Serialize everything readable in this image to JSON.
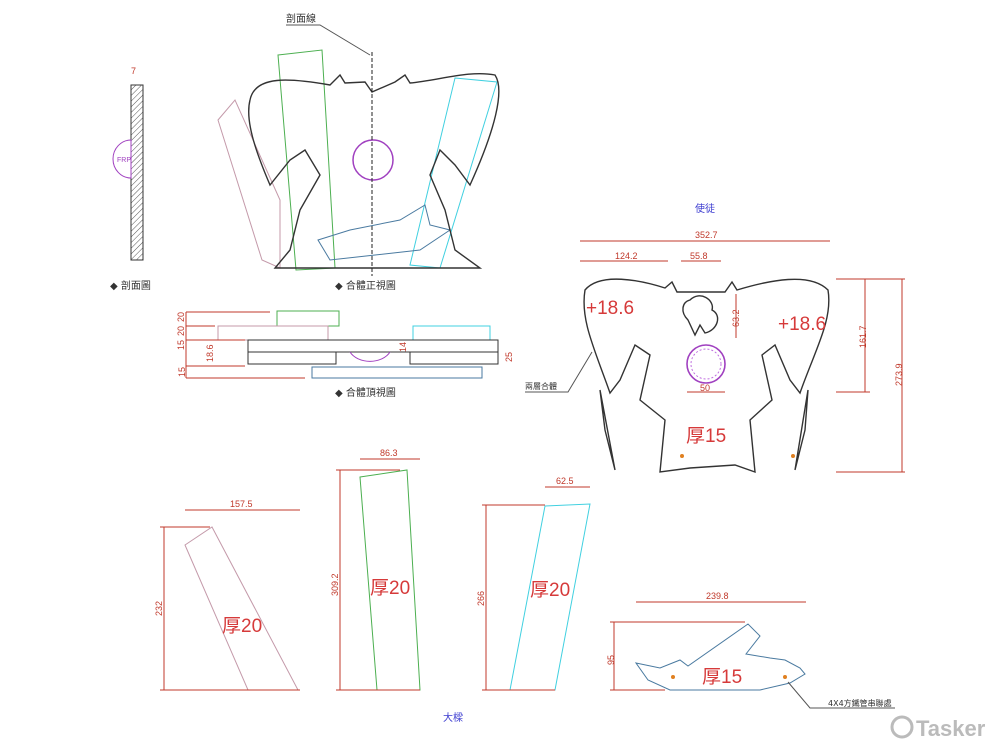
{
  "labels": {
    "section_line": "剖面線",
    "section_view": "◆ 剖面圖",
    "front_view": "◆ 合體正視圖",
    "top_view": "◆ 合體頂視圖",
    "apostle": "使徒",
    "layer_joint": "兩層合體",
    "beam": "大樑",
    "tube_joint": "4X4方鐵管串聯處",
    "frp": "FRP",
    "watermark": "Tasker"
  },
  "section_dims": {
    "top": "7"
  },
  "top_view_dims": [
    "20",
    "20",
    "15",
    "18.6",
    "15",
    "14",
    "25"
  ],
  "apostle_dims": {
    "total_width": "352.7",
    "wing_width": "124.2",
    "neck_width": "55.8",
    "head_height": "63.2",
    "core_diameter": "50",
    "upper_height": "161.7",
    "total_height": "273.9",
    "wing_left_thickness": "+18.6",
    "wing_right_thickness": "+18.6",
    "body_thickness": "厚15"
  },
  "beams": [
    {
      "width": "157.5",
      "height": "232",
      "thickness": "厚20",
      "color": "#c49aaa"
    },
    {
      "width": "86.3",
      "height": "309.2",
      "thickness": "厚20",
      "color": "#4caf50"
    },
    {
      "width": "62.5",
      "height": "266",
      "thickness": "厚20",
      "color": "#40d0e0"
    },
    {
      "width": "239.8",
      "height": "95",
      "thickness": "厚15",
      "color": "#4a7aa0"
    }
  ]
}
